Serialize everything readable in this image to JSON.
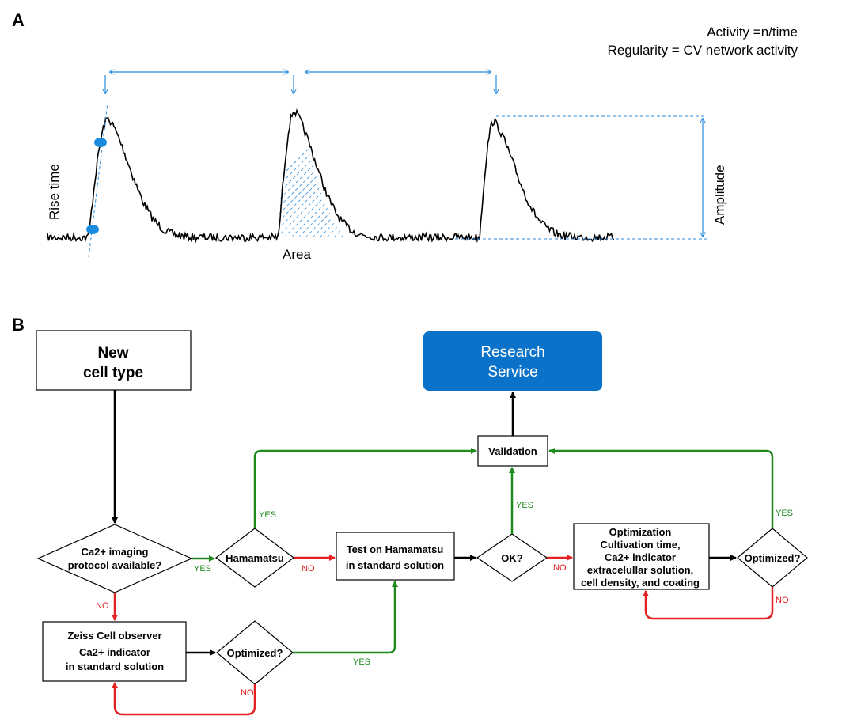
{
  "panel_a": {
    "letter": "A",
    "activity_text": "Activity =n/time",
    "regularity_text": "Regularity = CV network activity",
    "rise_time_label": "Rise time",
    "area_label": "Area",
    "amplitude_label": "Amplitude"
  },
  "panel_b": {
    "letter": "B",
    "new_cell": {
      "line1": "New",
      "line2": "cell type"
    },
    "research_service": {
      "line1": "Research",
      "line2": "Service"
    },
    "validation": "Validation",
    "protocol_q": {
      "line1": "Ca2+ imaging",
      "line2": "protocol available?"
    },
    "hamamatsu": "Hamamatsu",
    "test_box": {
      "line1": "Test on Hamamatsu",
      "line2": "in standard solution"
    },
    "ok_q": "OK?",
    "optimization_box": {
      "line1": "Optimization",
      "line2": "Cultivation time,",
      "line3": "Ca2+ indicator",
      "line4": "extracelullar solution,",
      "line5": "cell density, and coating"
    },
    "optimized_right": "Optimized?",
    "zeiss_box": {
      "line1": "Zeiss Cell observer",
      "line2": "Ca2+ indicator",
      "line3": "in standard solution"
    },
    "optimized_bottom": "Optimized?",
    "yes_label": "YES",
    "no_label": "NO"
  },
  "colors": {
    "yes": "#1e8a1e",
    "no": "#e52020",
    "service": "#0a72c8",
    "annotation": "#2b8de0"
  }
}
